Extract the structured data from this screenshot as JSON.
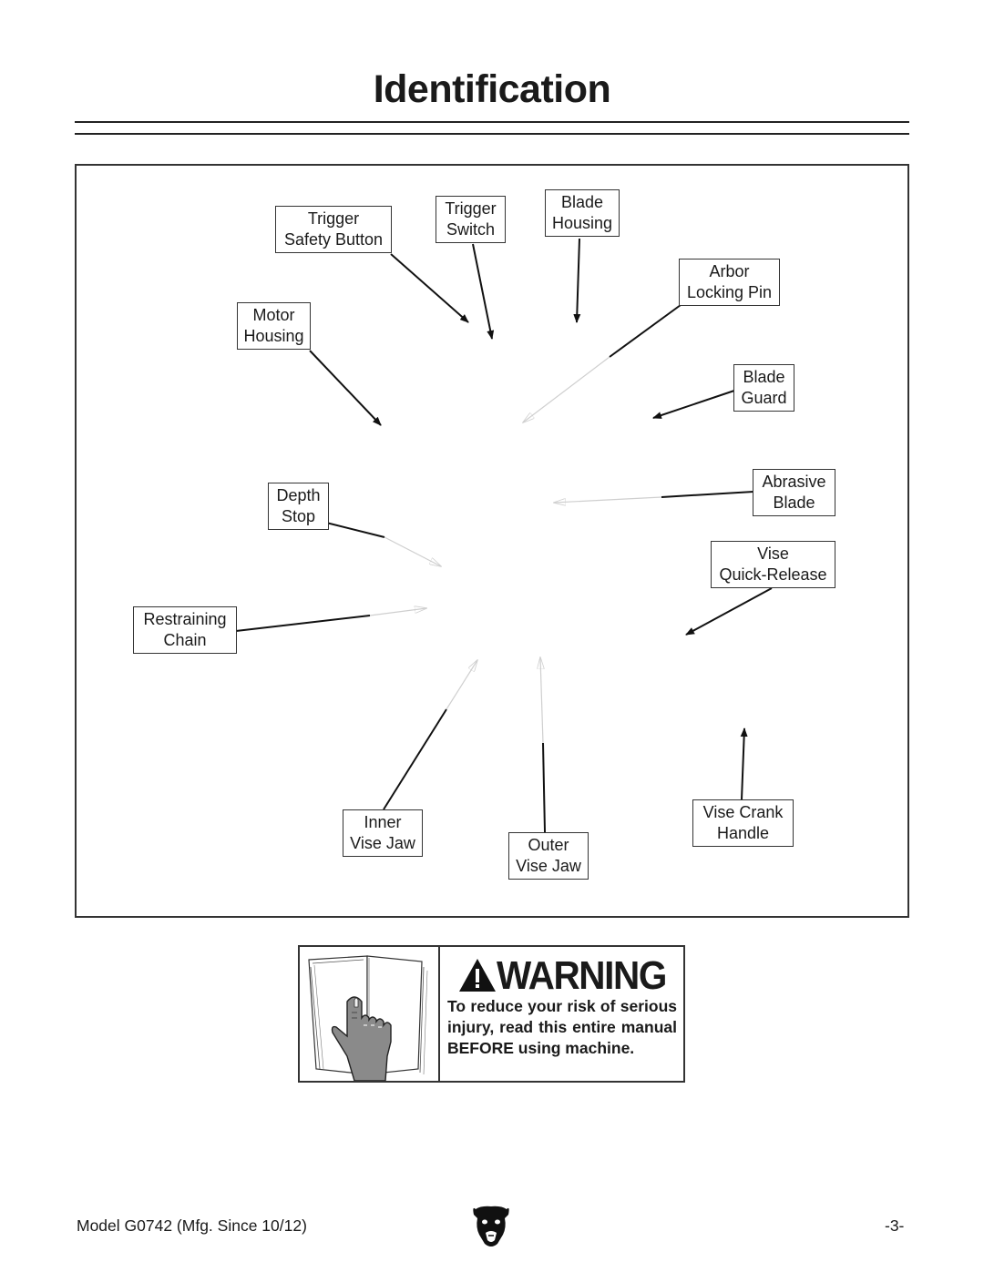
{
  "page": {
    "title": "Identification"
  },
  "labels": {
    "trigger_safety_button": [
      "Trigger",
      "Safety Button"
    ],
    "trigger_switch": [
      "Trigger",
      "Switch"
    ],
    "blade_housing": [
      "Blade",
      "Housing"
    ],
    "arbor_locking_pin": [
      "Arbor",
      "Locking Pin"
    ],
    "motor_housing": [
      "Motor",
      "Housing"
    ],
    "blade_guard": [
      "Blade",
      "Guard"
    ],
    "depth_stop": [
      "Depth",
      "Stop"
    ],
    "abrasive_blade": [
      "Abrasive",
      "Blade"
    ],
    "vise_quick_release": [
      "Vise",
      "Quick-Release"
    ],
    "restraining_chain": [
      "Restraining",
      "Chain"
    ],
    "inner_vise_jaw": [
      "Inner",
      "Vise Jaw"
    ],
    "outer_vise_jaw": [
      "Outer",
      "Vise Jaw"
    ],
    "vise_crank_handle": [
      "Vise Crank",
      "Handle"
    ]
  },
  "warning": {
    "heading": "WARNING",
    "message": "To reduce your risk of serious injury, read this entire manual BEFORE using machine."
  },
  "footer": {
    "model": "Model G0742 (Mfg. Since 10/12)",
    "page_number": "-3-"
  },
  "icons": {
    "warning": "warning-triangle-icon",
    "manual": "open-manual-icon",
    "logo": "bear-logo-icon"
  }
}
